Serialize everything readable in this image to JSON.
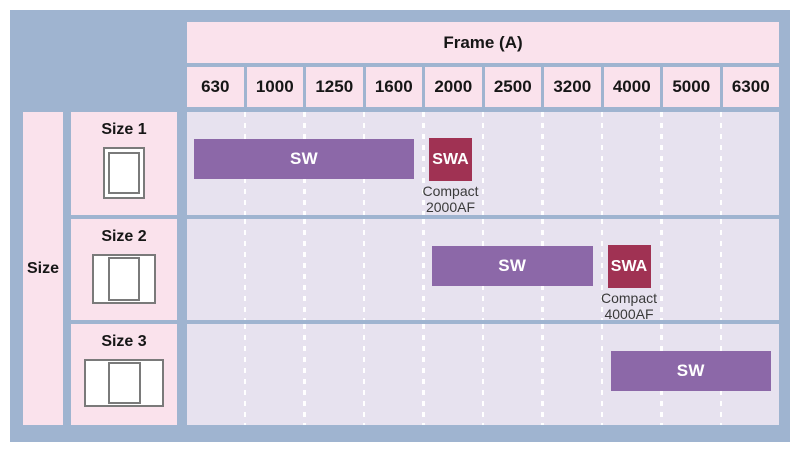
{
  "rows": [
    {
      "label": "Size 1",
      "icon": "breaker-frame-narrow-icon"
    },
    {
      "label": "Size 2",
      "icon": "breaker-frame-medium-icon"
    },
    {
      "label": "Size 3",
      "icon": "breaker-frame-wide-icon"
    }
  ],
  "colors": {
    "panel": "#9fb4d0",
    "header_cell": "#fae2ec",
    "row_background": "#e7e2ef",
    "gridline": "#ffffff",
    "sw_bar": "#8c68a8",
    "swa_box": "#a03253",
    "label_text": "#161616",
    "bar_text": "#ffffff",
    "annotation_text": "#3a3a3a"
  },
  "chart_data": {
    "type": "table",
    "x_axis_title": "Frame (A)",
    "x_categories": [
      "630",
      "1000",
      "1250",
      "1600",
      "2000",
      "2500",
      "3200",
      "4000",
      "5000",
      "6300"
    ],
    "y_axis_title": "Size",
    "y_categories": [
      "Size 1",
      "Size 2",
      "Size 3"
    ],
    "bars": [
      {
        "row": "Size 1",
        "series": "SW",
        "label": "SW",
        "from": "630",
        "to": "1600"
      },
      {
        "row": "Size 1",
        "series": "SWA",
        "label": "SWA",
        "from": "2000",
        "to": "2000",
        "annotation": [
          "Compact",
          "2000AF"
        ]
      },
      {
        "row": "Size 2",
        "series": "SW",
        "label": "SW",
        "from": "2000",
        "to": "3200"
      },
      {
        "row": "Size 2",
        "series": "SWA",
        "label": "SWA",
        "from": "4000",
        "to": "4000",
        "annotation": [
          "Compact",
          "4000AF"
        ]
      },
      {
        "row": "Size 3",
        "series": "SW",
        "label": "SW",
        "from": "4000",
        "to": "6300"
      }
    ],
    "grid": "dashed-vertical",
    "legend_position": "none"
  }
}
